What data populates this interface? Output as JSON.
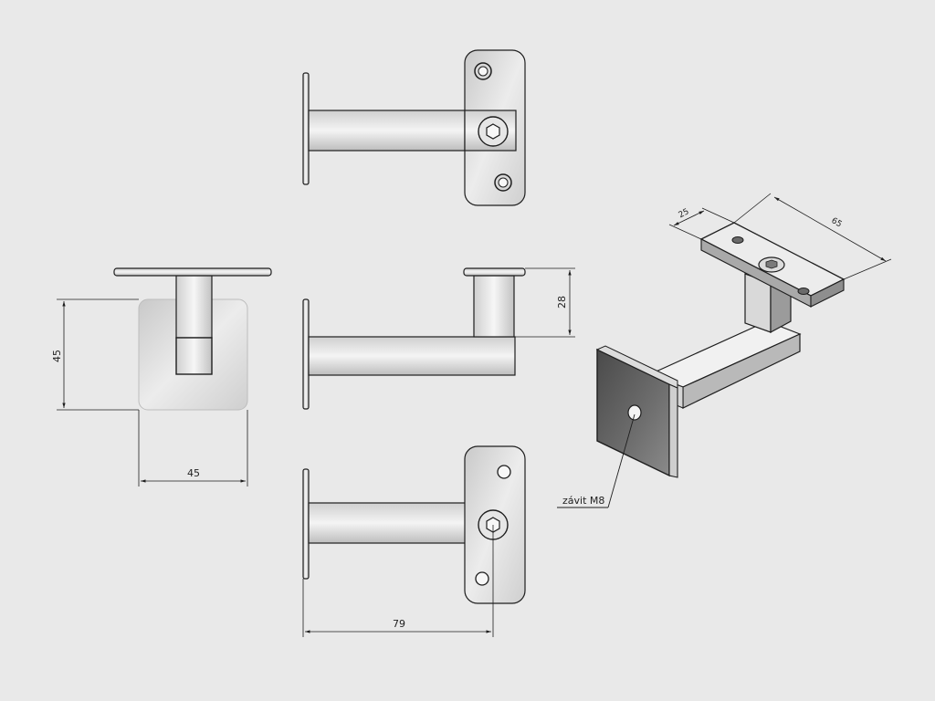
{
  "dimensions": {
    "front_height": "45",
    "front_width": "45",
    "side_height": "28",
    "bottom_length": "79",
    "iso_width": "25",
    "iso_length": "65"
  },
  "annotations": {
    "thread_label": "závit M8"
  },
  "colors": {
    "background": "#e9e9e9",
    "metal_light": "#f2f2f2",
    "metal_mid": "#bdbdbd",
    "metal_dark": "#6e6e6e",
    "line": "#1e1e1e"
  }
}
